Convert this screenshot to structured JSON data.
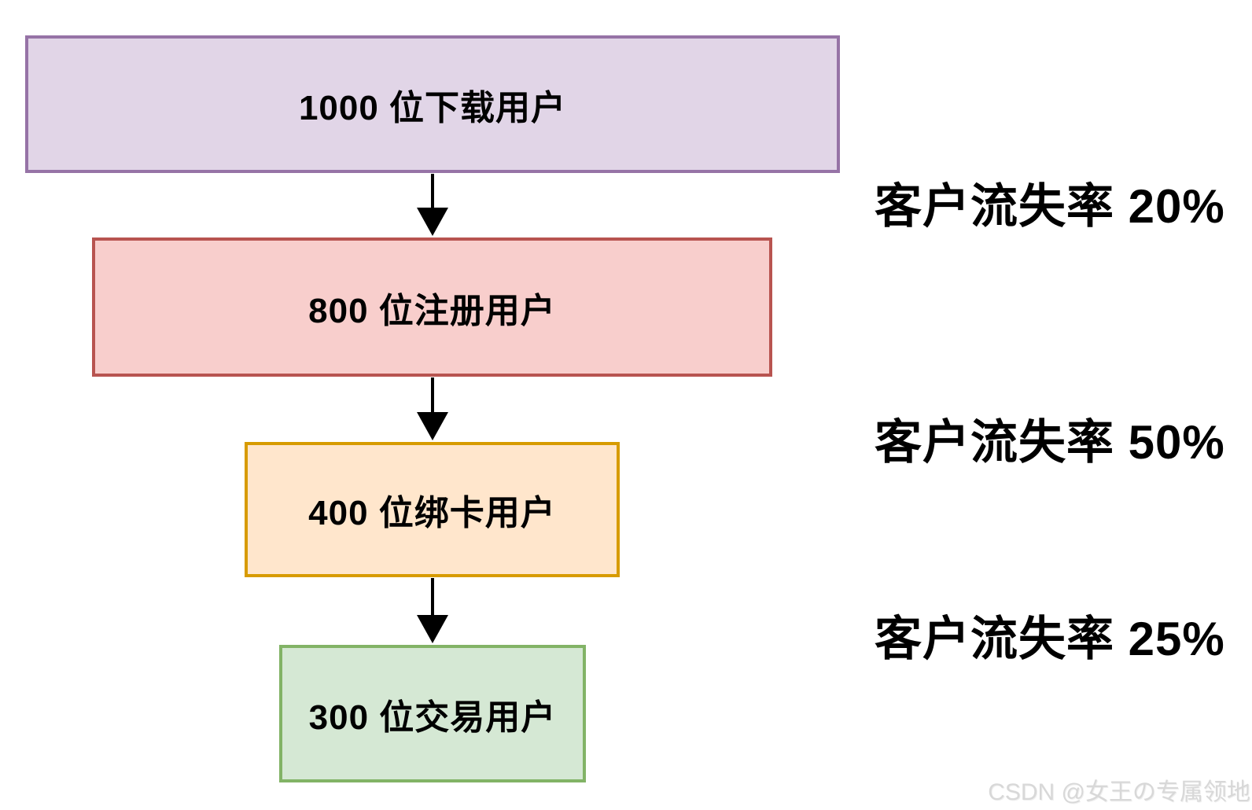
{
  "funnel": {
    "stages": [
      {
        "label": "1000 位下载用户",
        "value": 1000,
        "fill": "#e1d5e7",
        "border": "#9673a6"
      },
      {
        "label": "800 位注册用户",
        "value": 800,
        "fill": "#f8cecc",
        "border": "#b85450"
      },
      {
        "label": "400 位绑卡用户",
        "value": 400,
        "fill": "#ffe6cc",
        "border": "#d79b00"
      },
      {
        "label": "300 位交易用户",
        "value": 300,
        "fill": "#d5e8d4",
        "border": "#82b366"
      }
    ],
    "churn_labels": [
      "客户流失率 20%",
      "客户流失率 50%",
      "客户流失率 25%"
    ],
    "arrow_color": "#000000",
    "text_color": "#000000"
  },
  "watermark": "CSDN @女王の专属领地"
}
